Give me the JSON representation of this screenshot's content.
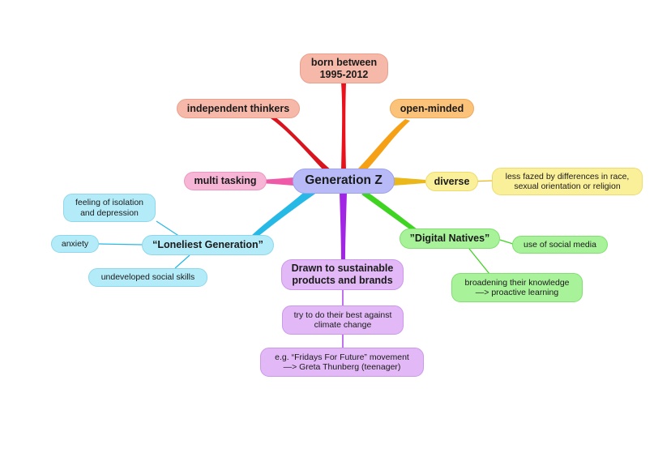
{
  "center": {
    "label": "Generation Z",
    "color": "#b7baf6",
    "border": "#9ea2ee"
  },
  "branches": {
    "born": {
      "label": "born between\n1995-2012",
      "color": "#f6b8a8",
      "line": "#e8111c"
    },
    "independent": {
      "label": "independent thinkers",
      "color": "#f6b8a8",
      "line": "#d8141e"
    },
    "open": {
      "label": "open-minded",
      "color": "#fbc27a",
      "line": "#f5a015"
    },
    "diverse": {
      "label": "diverse",
      "color": "#fbf09a",
      "line": "#eab81a"
    },
    "multitasking": {
      "label": "multi tasking",
      "color": "#f8b6d6",
      "line": "#ef5aa8"
    },
    "loneliest": {
      "label": "“Loneliest Generation”",
      "color": "#b4ebf8",
      "line": "#27b9e6"
    },
    "digital": {
      "label": "”Digital Natives”",
      "color": "#a8f29a",
      "line": "#3fd322"
    },
    "sustainable": {
      "label": "Drawn to sustainable\nproducts and brands",
      "color": "#e2b9f6",
      "line": "#a225e6"
    }
  },
  "leaves": {
    "diverse_detail": "less fazed by differences in race,\nsexual orientation or religion",
    "isolation": "feeling of isolation\nand depression",
    "anxiety": "anxiety",
    "social_skills": "undeveloped social skills",
    "social_media": "use of social media",
    "knowledge": "broadening their knowledge\n—> proactive learning",
    "climate": "try to do their best against\nclimate change",
    "fridays": "e.g. “Fridays For Future” movement\n—> Greta Thunberg (teenager)"
  }
}
